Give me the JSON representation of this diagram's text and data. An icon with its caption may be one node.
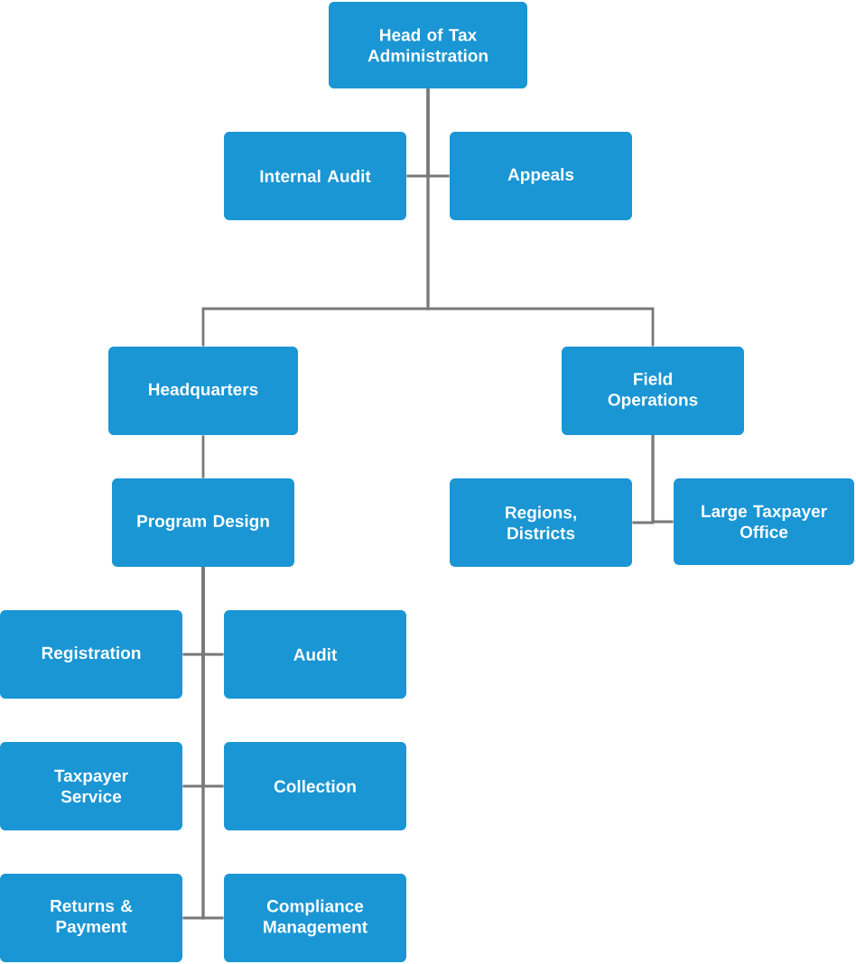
{
  "diagram": {
    "nodes": [
      {
        "text": [
          "Head of Tax Administration"
        ]
      },
      {
        "text": [
          "Internal Audit"
        ]
      },
      {
        "text": [
          "Appeals"
        ]
      },
      {
        "text": [
          "Headquarters"
        ]
      },
      {
        "text": [
          "Field Operations"
        ]
      },
      {
        "text": [
          "Program Design"
        ]
      },
      {
        "text": [
          "Regions, Districts"
        ]
      },
      {
        "text": [
          "Large Taxpayer Office"
        ]
      },
      {
        "text": [
          "Registration"
        ]
      },
      {
        "text": [
          "Audit"
        ]
      },
      {
        "text": [
          "Taxpayer Service"
        ]
      },
      {
        "text": [
          "Collection"
        ]
      },
      {
        "text": [
          "Returns & Payment"
        ]
      },
      {
        "text": [
          "Compliance Management"
        ]
      }
    ],
    "edges": [
      {
        "from": 0,
        "to": 1,
        "arrow": "none"
      },
      {
        "from": 0,
        "to": 2,
        "arrow": "none"
      },
      {
        "from": 0,
        "to": 3,
        "arrow": "none"
      },
      {
        "from": 0,
        "to": 4,
        "arrow": "none"
      },
      {
        "from": 3,
        "to": 5,
        "arrow": "none"
      },
      {
        "from": 4,
        "to": 6,
        "arrow": "none"
      },
      {
        "from": 4,
        "to": 7,
        "arrow": "none"
      },
      {
        "from": 5,
        "to": 8,
        "arrow": "none"
      },
      {
        "from": 5,
        "to": 9,
        "arrow": "none"
      },
      {
        "from": 5,
        "to": 10,
        "arrow": "none"
      },
      {
        "from": 5,
        "to": 11,
        "arrow": "none"
      },
      {
        "from": 5,
        "to": 12,
        "arrow": "none"
      },
      {
        "from": 5,
        "to": 13,
        "arrow": "none"
      }
    ]
  }
}
